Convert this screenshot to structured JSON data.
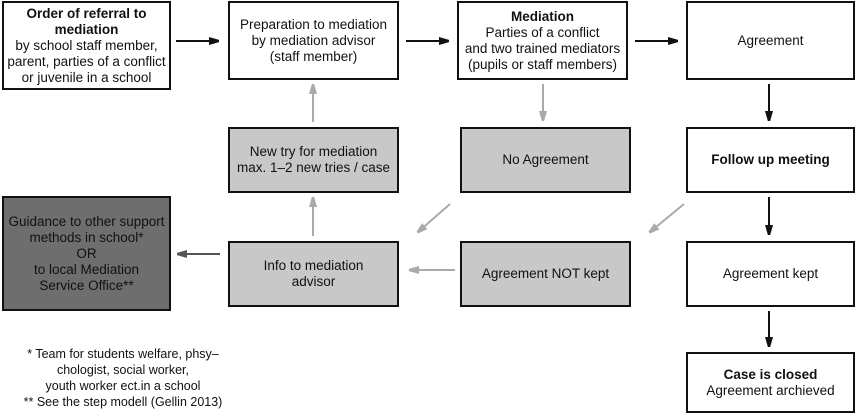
{
  "boxes": {
    "referral": {
      "title": "Order of referral to mediation",
      "lines": [
        "by school staff member,",
        "parent, parties of a conflict",
        "or juvenile in a school"
      ]
    },
    "preparation": {
      "lines": [
        "Preparation to mediation",
        "by mediation advisor",
        "(staff member)"
      ]
    },
    "mediation": {
      "title": "Mediation",
      "lines": [
        "Parties of a conflict",
        "and two trained mediators",
        "(pupils or staff members)"
      ]
    },
    "agreement": {
      "lines": [
        "Agreement"
      ]
    },
    "new_try": {
      "lines": [
        "New try for mediation",
        "max. 1–2 new tries / case"
      ]
    },
    "no_agreement": {
      "lines": [
        "No Agreement"
      ]
    },
    "follow_up": {
      "title": "Follow up meeting"
    },
    "guidance": {
      "lines": [
        "Guidance to other support",
        "methods in school*",
        "OR",
        "to local Mediation",
        "Service Office**"
      ]
    },
    "info": {
      "lines": [
        "Info to mediation",
        "advisor"
      ]
    },
    "not_kept": {
      "lines": [
        "Agreement NOT kept"
      ]
    },
    "kept": {
      "lines": [
        "Agreement kept"
      ]
    },
    "closed": {
      "title": "Case is closed",
      "lines": [
        "Agreement archieved"
      ]
    }
  },
  "footnotes": [
    "* Team for students welfare, phsy–",
    "chologist, social worker,",
    "youth worker ect.in a school",
    "** See the step modell (Gellin 2013)"
  ],
  "colors": {
    "primary_arrow": "#111111",
    "secondary_arrow": "#aaaaaa",
    "light_box": "#c8c8c8",
    "dark_box": "#6e6e6e"
  }
}
